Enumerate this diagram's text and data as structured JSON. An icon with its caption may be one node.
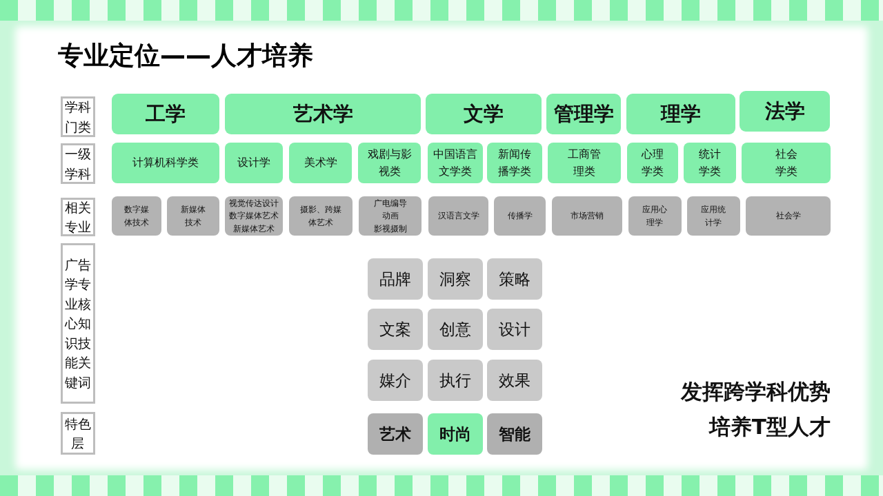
{
  "diagram": {
    "title": "专业定位——人才培养",
    "nodes": [
      {
        "text": [
          "学科门类"
        ]
      },
      {
        "text": [
          "工学"
        ]
      },
      {
        "text": [
          "艺术学"
        ]
      },
      {
        "text": [
          "文学"
        ]
      },
      {
        "text": [
          "管理学"
        ]
      },
      {
        "text": [
          "理学"
        ]
      },
      {
        "text": [
          "法学"
        ]
      },
      {
        "text": [
          "一级学科"
        ]
      },
      {
        "text": [
          "计算机科学类"
        ]
      },
      {
        "text": [
          "设计学"
        ]
      },
      {
        "text": [
          "美术学"
        ]
      },
      {
        "text": [
          "戏剧与影视类"
        ]
      },
      {
        "text": [
          "中国语言文学类"
        ]
      },
      {
        "text": [
          "新闻传播学类"
        ]
      },
      {
        "text": [
          "工商管理类"
        ]
      },
      {
        "text": [
          "心理学类"
        ]
      },
      {
        "text": [
          "统计学类"
        ]
      },
      {
        "text": [
          "社会学类"
        ]
      },
      {
        "text": [
          "相关专业"
        ]
      },
      {
        "text": [
          "数字媒体技术"
        ]
      },
      {
        "text": [
          "新媒体技术"
        ]
      },
      {
        "text": [
          "视觉传达设计",
          "数字媒体艺术",
          "新媒体艺术"
        ]
      },
      {
        "text": [
          "摄影、跨媒体艺术"
        ]
      },
      {
        "text": [
          "广电编导",
          "动画",
          "影视摄制"
        ]
      },
      {
        "text": [
          "汉语言文学"
        ]
      },
      {
        "text": [
          "传播学"
        ]
      },
      {
        "text": [
          "市场营销"
        ]
      },
      {
        "text": [
          "应用心理学"
        ]
      },
      {
        "text": [
          "应用统计学"
        ]
      },
      {
        "text": [
          "社会学"
        ]
      },
      {
        "text": [
          "广告学专业核心知识技能关键词"
        ]
      },
      {
        "text": [
          "品牌"
        ]
      },
      {
        "text": [
          "洞察"
        ]
      },
      {
        "text": [
          "策略"
        ]
      },
      {
        "text": [
          "文案"
        ]
      },
      {
        "text": [
          "创意"
        ]
      },
      {
        "text": [
          "设计"
        ]
      },
      {
        "text": [
          "媒介"
        ]
      },
      {
        "text": [
          "执行"
        ]
      },
      {
        "text": [
          "效果"
        ]
      },
      {
        "text": [
          "特色层"
        ]
      },
      {
        "text": [
          "艺术"
        ]
      },
      {
        "text": [
          "时尚"
        ]
      },
      {
        "text": [
          "智能"
        ]
      }
    ],
    "labels": [
      "发挥跨学科优势",
      "培养T型人才"
    ]
  }
}
